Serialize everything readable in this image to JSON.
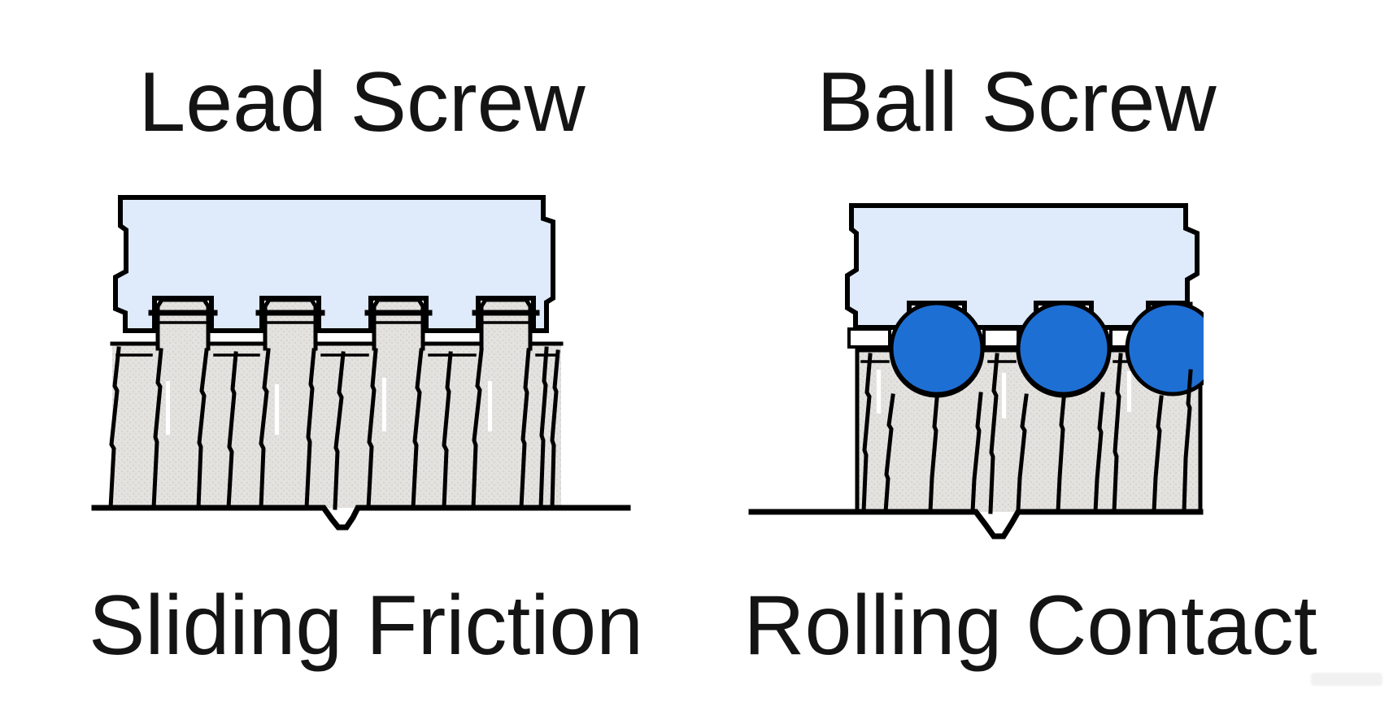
{
  "diagram": {
    "type": "comparison-illustration",
    "subject": "Lead screw vs ball screw thread contact"
  },
  "panels": [
    {
      "id": "lead-screw",
      "title": "Lead Screw",
      "caption": "Sliding Friction",
      "thread_teeth_visible": 4
    },
    {
      "id": "ball-screw",
      "title": "Ball Screw",
      "caption": "Rolling Contact",
      "balls_visible": 3
    }
  ],
  "colors": {
    "background": "#ffffff",
    "text": "#141414",
    "outline": "#000000",
    "nut_fill": "#dfeafa",
    "screw_fill": "#e3e2df",
    "screw_texture": "#d6d5d1",
    "ball_fill": "#1e6fd4",
    "gap_white": "#ffffff"
  }
}
